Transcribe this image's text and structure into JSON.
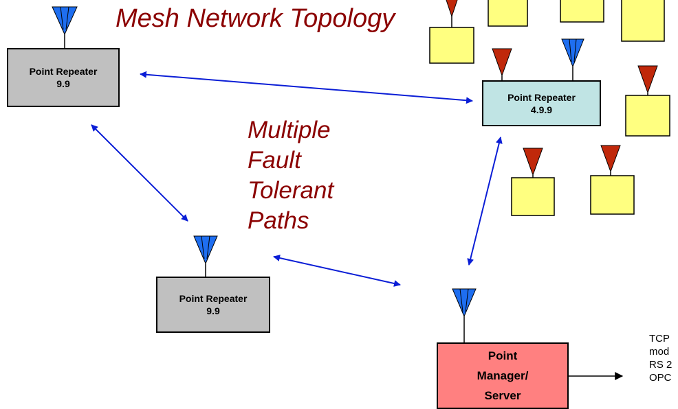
{
  "title": "Mesh Network Topology",
  "annotation": [
    "Multiple",
    "Fault",
    "Tolerant",
    "Paths"
  ],
  "nodes": [
    {
      "id": "repeater-top-left",
      "line1": "Point Repeater",
      "line2": "9.9"
    },
    {
      "id": "repeater-top-right",
      "line1": "Point Repeater",
      "line2": "4.9.9"
    },
    {
      "id": "repeater-bottom-left",
      "line1": "Point Repeater",
      "line2": "9.9"
    },
    {
      "id": "manager",
      "lines": [
        "Point",
        "Manager/",
        "Server"
      ]
    }
  ],
  "output_labels": [
    "TCP",
    "mod",
    "RS 2",
    "OPC"
  ],
  "colors": {
    "title": "#8b0000",
    "repeater_fill": "#c0c0c0",
    "repeater_special_fill": "#c0e4e4",
    "manager_fill": "#ff8080",
    "device_fill": "#ffff80",
    "antenna_blue": "#1e6ef0",
    "antenna_red": "#c0280a",
    "link": "#0b1ed6"
  },
  "icons": {
    "repeater_antenna": "blue-antenna-icon",
    "device_antenna": "red-antenna-icon"
  }
}
